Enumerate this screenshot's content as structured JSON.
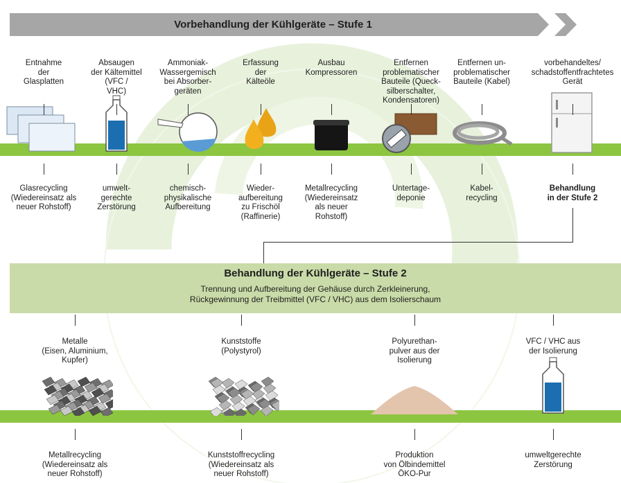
{
  "stage1": {
    "title": "Vorbehandlung der Kühlgeräte – Stufe 1",
    "steps": [
      {
        "top": "Entnahme\nder\nGlasplatten",
        "bottom": "Glasrecycling\n(Wiedereinsatz als\nneuer Rohstoff)",
        "icon": "glass-plates-icon"
      },
      {
        "top": "Absaugen\nder Kältemittel\n(VFC /\nVHC)",
        "bottom": "umwelt-\ngerechte\nZerstörung",
        "icon": "refrigerant-bottle-icon"
      },
      {
        "top": "Ammoniak-\nWassergemisch\nbei Absorber-\ngeräten",
        "bottom": "chemisch-\nphysikalische\nAufbereitung",
        "icon": "flask-icon"
      },
      {
        "top": "Erfassung\nder\nKälteöle",
        "bottom": "Wieder-\naufbereitung\nzu Frischöl\n(Raffinerie)",
        "icon": "oil-drops-icon"
      },
      {
        "top": "Ausbau\nKompressoren",
        "bottom": "Metallrecycling\n(Wiedereinsatz\nals neuer\nRohstoff)",
        "icon": "compressor-icon"
      },
      {
        "top": "Entfernen\nproblematischer\nBauteile (Queck-\nsilberschalter,\nKondensatoren)",
        "bottom": "Untertage-\ndeponie",
        "icon": "mercury-switch-icon"
      },
      {
        "top": "Entfernen un-\nproblematischer\nBauteile (Kabel)",
        "bottom": "Kabel-\nrecycling",
        "icon": "cable-icon"
      },
      {
        "top": "vorbehandeltes/\nschadstoffentfrachtetes\nGerät",
        "bottom": "Behandlung\nin der Stufe 2",
        "bottom_bold": true,
        "icon": "fridge-icon"
      }
    ]
  },
  "stage2": {
    "title": "Behandlung der Kühlgeräte – Stufe 2",
    "subtitle": "Trennung und Aufbereitung der Gehäuse durch Zerkleinerung,\nRückgewinnung der Treibmittel  (VFC / VHC) aus dem Isolierschaum",
    "steps": [
      {
        "top": "Metalle\n(Eisen, Aluminium,\nKupfer)",
        "bottom": "Metallrecycling\n(Wiedereinsatz als\nneuer Rohstoff)",
        "icon": "metal-scrap-icon"
      },
      {
        "top": "Kunststoffe\n(Polystyrol)",
        "bottom": "Kunststoffrecycling\n(Wiedereinsatz als\nneuer Rohstoff)",
        "icon": "plastic-scrap-icon"
      },
      {
        "top": "Polyurethan-\npulver aus der\nIsolierung",
        "bottom": "Produktion\nvon Ölbindemittel\nÖKO-Pur",
        "icon": "powder-pile-icon"
      },
      {
        "top": "VFC / VHC aus\nder Isolierung",
        "bottom": "umweltgerechte\nZerstörung",
        "icon": "refrigerant-bottle-icon"
      }
    ]
  },
  "colors": {
    "green_bar": "#8cc540",
    "header_gray": "#a6a6a6",
    "stage2_band": "#c9dba8",
    "cycle_green": "#e6f0d8"
  }
}
